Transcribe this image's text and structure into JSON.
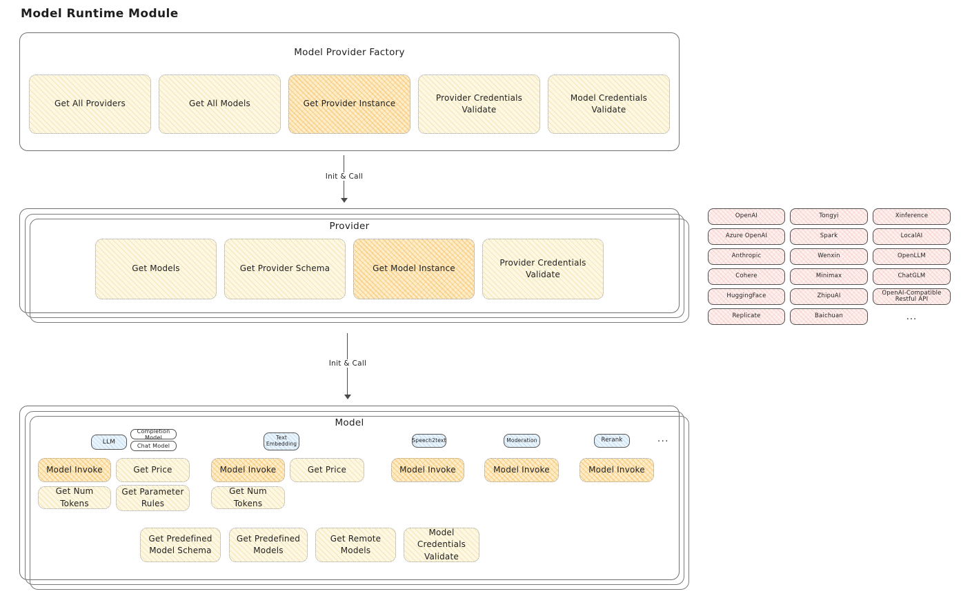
{
  "title": "Model Runtime Module",
  "factory": {
    "title": "Model Provider Factory",
    "items": [
      {
        "label": "Get All Providers"
      },
      {
        "label": "Get All Models"
      },
      {
        "label": "Get Provider Instance",
        "highlight": true
      },
      {
        "label": "Provider Credentials Validate"
      },
      {
        "label": "Model Credentials Validate"
      }
    ]
  },
  "arrow1": {
    "label": "Init & Call"
  },
  "arrow2": {
    "label": "Init & Call"
  },
  "provider": {
    "title": "Provider",
    "items": [
      {
        "label": "Get Models"
      },
      {
        "label": "Get Provider Schema"
      },
      {
        "label": "Get Model Instance",
        "highlight": true
      },
      {
        "label": "Provider Credentials Validate"
      }
    ]
  },
  "vendors": {
    "col1": [
      "OpenAI",
      "Azure OpenAI",
      "Anthropic",
      "Cohere",
      "HuggingFace",
      "Replicate"
    ],
    "col2": [
      "Tongyi",
      "Spark",
      "Wenxin",
      "Minimax",
      "ZhipuAI",
      "Baichuan"
    ],
    "col3": [
      "Xinference",
      "LocalAI",
      "OpenLLM",
      "ChatGLM",
      "OpenAI-Compatible Restful API"
    ],
    "ellipsis": "..."
  },
  "model": {
    "title": "Model",
    "tags": {
      "llm": "LLM",
      "completion": "Completion Model",
      "chat": "Chat Model",
      "text_embedding": "Text Embedding",
      "speech2text": "Speech2text",
      "moderation": "Moderation",
      "rerank": "Rerank",
      "ellipsis": "..."
    },
    "llm_ops": {
      "invoke": "Model Invoke",
      "price": "Get Price",
      "tokens": "Get Num Tokens",
      "rules": "Get Parameter Rules"
    },
    "embedding_ops": {
      "invoke": "Model Invoke",
      "price": "Get Price",
      "tokens": "Get Num Tokens"
    },
    "speech2text_ops": {
      "invoke": "Model Invoke"
    },
    "moderation_ops": {
      "invoke": "Model Invoke"
    },
    "rerank_ops": {
      "invoke": "Model Invoke"
    },
    "bottom": [
      "Get Predefined Model Schema",
      "Get Predefined Models",
      "Get Remote Models",
      "Model Credentials Validate"
    ]
  },
  "colors": {
    "cream_fill": "#fdf8e3",
    "orange_fill": "#fdeec9",
    "pink_fill": "#fdf1f0",
    "blue_fill": "#e9f4fc",
    "stroke": "#1e1e1e"
  }
}
